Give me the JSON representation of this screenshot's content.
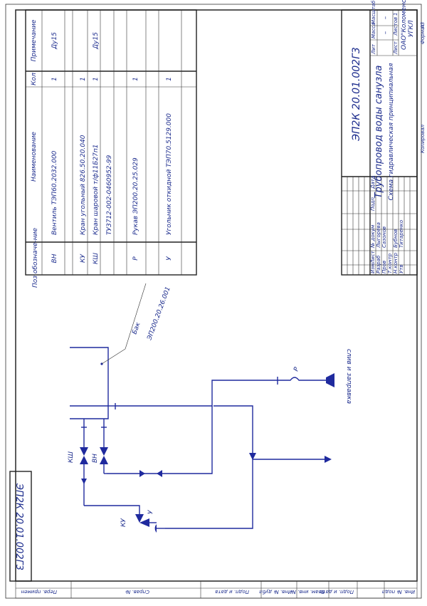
{
  "doc_code": "ЭП2К 20.01.002Г3",
  "spec": {
    "headers": {
      "pos": "Поз обозначе-ние",
      "name": "Наименование",
      "qty": "Кол",
      "note": "Примечание"
    },
    "rows": [
      {
        "pos": "ВН",
        "name": "Вентиль ТЭП60.2032.000",
        "qty": "1",
        "note": "Ду15"
      },
      {
        "pos": "КУ",
        "name": "Кран угольный 826.50.20.040",
        "qty": "1",
        "note": ""
      },
      {
        "pos": "КШ",
        "name": "Кран шаровой т/ф11Б27п1",
        "qty": "1",
        "note": "Ду15"
      },
      {
        "pos": "",
        "name": "ТУ3712-002-0460952-99",
        "qty": "",
        "note": ""
      },
      {
        "pos": "Р",
        "name": "Рукав ЭП200.20.25.029",
        "qty": "1",
        "note": ""
      },
      {
        "pos": "У",
        "name": "Угольник откидной ТЭП70.5129.000",
        "qty": "1",
        "note": ""
      }
    ]
  },
  "title_block": {
    "title_line1": "Трубопровод воды санузла",
    "title_line2": "Схема гидравлическая принципиальная",
    "col_labels": [
      "Изм",
      "Лист",
      "№ докум",
      "Подп",
      "Дата"
    ],
    "roles": [
      "Разраб",
      "Пров",
      "Т.контр",
      "Н.контр",
      "Утв"
    ],
    "names": [
      "Лыгорева",
      "Сазонов",
      "",
      "Бубнов",
      "Титаренко"
    ],
    "lit_label": "Лит",
    "mass_label": "Масса",
    "scale_label": "Масштаб",
    "mass_value": "–",
    "scale_value": "–",
    "sheet_label": "Лист",
    "sheets_label": "Листов",
    "sheets_value": "1",
    "org_line1": "ОАО\"Коломенский завод\"",
    "org_line2": "УГКЛ",
    "copied_label": "Копировал",
    "format_label": "Формат",
    "format_value": "А3"
  },
  "side_stamp": {
    "cells": [
      "Перв. примен",
      "Справ. №",
      "Подп. и дата",
      "Инв. № дубл",
      "Взам. инв. №",
      "Подп. и дата",
      "Инв. № подл"
    ]
  },
  "diagram": {
    "tank_label": "Бак",
    "tank_code": "ЭП200.20.26.001",
    "hose_label": "Р",
    "drain_label": "слив и заправка",
    "valve_ksh": "КШ",
    "valve_vn": "ВН",
    "valve_ku": "КУ",
    "elbow_u": "У"
  }
}
